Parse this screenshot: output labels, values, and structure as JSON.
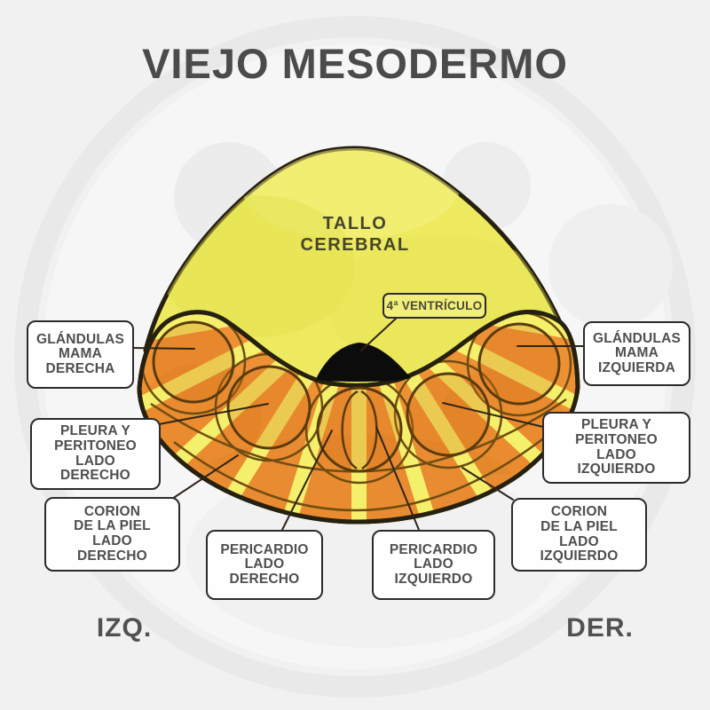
{
  "title": "VIEJO MESODERMO",
  "footer": {
    "left_marker": "IZQ.",
    "right_marker": "DER."
  },
  "diagram": {
    "center_label": "TALLO\nCEREBRAL",
    "ventricle_label": "4ª VENTRÍCULO",
    "callouts": {
      "glandulas_mama_derecha": "GLÁNDULAS\nMAMA\nDERECHA",
      "pleura_peritoneo_derecho": "PLEURA Y\nPERITONEO\nLADO\nDERECHO",
      "corion_piel_derecho": "CORION\nDE LA PIEL\nLADO\nDERECHO",
      "pericardio_derecho": "PERICARDIO\nLADO\nDERECHO",
      "pericardio_izquierdo": "PERICARDIO\nLADO\nIZQUIERDO",
      "corion_piel_izquierdo": "CORION\nDE LA PIEL\nLADO\nIZQUIERDO",
      "pleura_peritoneo_izquierdo": "PLEURA Y\nPERITONEO\nLADO\nIZQUIERDO",
      "glandulas_mama_izquierda": "GLÁNDULAS\nMAMA\nIZQUIERDA"
    },
    "colors": {
      "background_gray": "#f1f1f1",
      "brainstem_yellow": "#edea60",
      "cerebellum_orange": "#ee9134",
      "stripe_yellow": "#f4f06b",
      "ventricle_black": "#0c0c0c",
      "outline_dark": "#26200f",
      "inner_line_brown": "#6f4c12",
      "label_text_gray": "#4f4f4f",
      "title_gray": "#4b4b4b"
    }
  }
}
